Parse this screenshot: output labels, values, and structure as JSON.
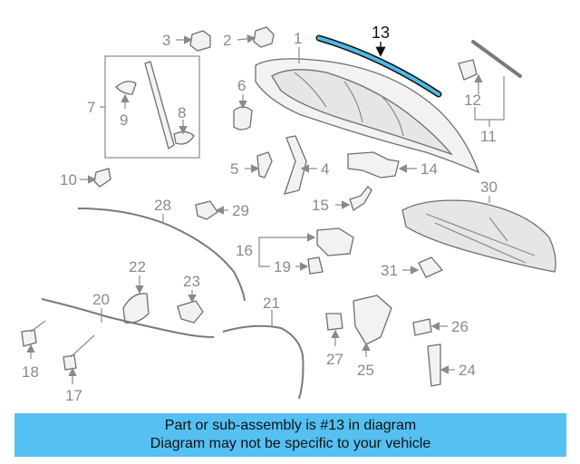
{
  "diagram": {
    "callouts": [
      "1",
      "2",
      "3",
      "4",
      "5",
      "6",
      "7",
      "8",
      "9",
      "10",
      "11",
      "12",
      "13",
      "14",
      "15",
      "16",
      "17",
      "18",
      "19",
      "20",
      "21",
      "22",
      "23",
      "24",
      "25",
      "26",
      "27",
      "28",
      "29",
      "30",
      "31"
    ],
    "highlighted_part": "13",
    "highlight_color": "#4fb8e8"
  },
  "banner": {
    "line1": "Part or sub-assembly is #13 in diagram",
    "line2": "Diagram may not be specific to your vehicle",
    "background": "#55c0f2"
  }
}
